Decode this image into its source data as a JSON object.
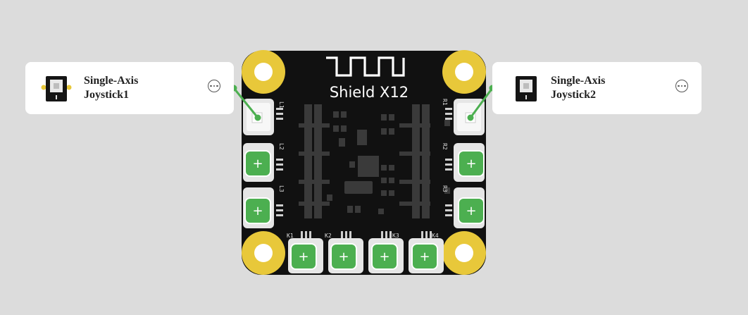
{
  "modules": [
    {
      "title_line1": "Single-Axis",
      "title_line2": "Joystick1",
      "icon": "joystick-module-icon"
    },
    {
      "title_line1": "Single-Axis",
      "title_line2": "Joystick2",
      "icon": "joystick-module-icon"
    }
  ],
  "board": {
    "logo_text": "Shield X12",
    "logo_icon": "waveform-logo-icon",
    "port_labels_left": [
      "L1",
      "L2",
      "L3"
    ],
    "port_labels_right": [
      "R1",
      "R2",
      "R3"
    ],
    "port_labels_bottom": [
      "K1",
      "K2",
      "K3",
      "K4"
    ],
    "add_symbol": "+",
    "colors": {
      "board": "#111111",
      "mount_hole": "#e8c83a",
      "add_button": "#4caf50",
      "connector": "#f2f2f2",
      "link_line": "#4caf50"
    }
  }
}
